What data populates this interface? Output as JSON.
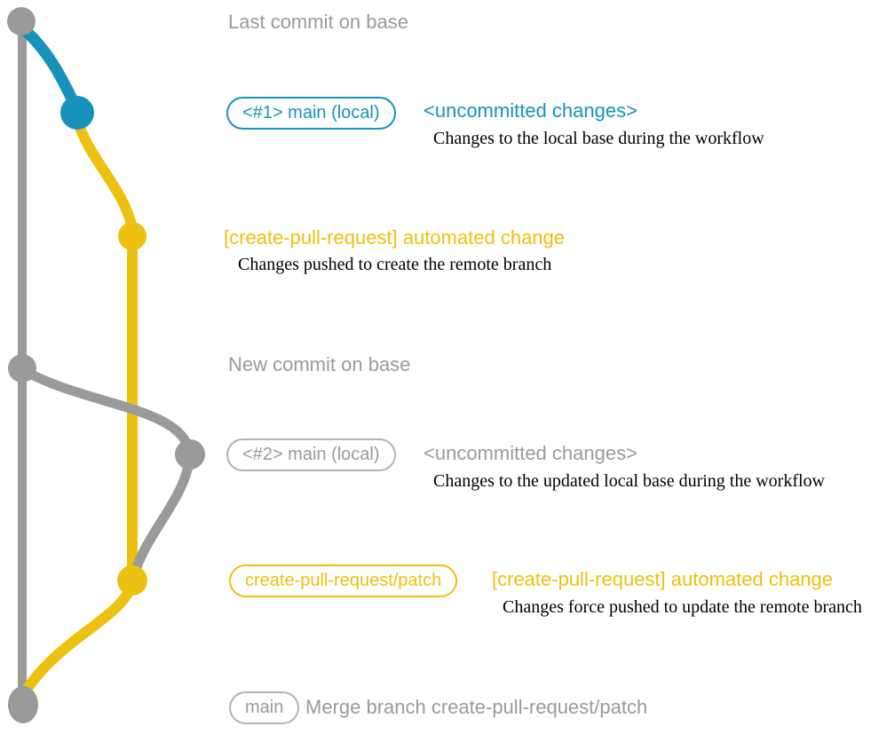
{
  "colors": {
    "background": "#ffffff",
    "gray": "#9a9a9a",
    "blue": "#1793bb",
    "yellow": "#edc10f",
    "badge-border": "#b3b3b3",
    "text-black": "#000000"
  },
  "graph": {
    "branches": [
      {
        "name": "base",
        "color": "#9a9a9a"
      },
      {
        "name": "local uncommitted changes",
        "color": "#1793bb"
      },
      {
        "name": "create-pull-request/patch",
        "color": "#edc10f"
      }
    ],
    "commit_count": 7
  },
  "annotations": {
    "last_commit_note": "Last commit on base",
    "new_commit_note": "New commit on base",
    "row1": {
      "badge": "<#1> main (local)",
      "title": "<uncommitted changes>",
      "desc": "Changes to the local base during the workflow"
    },
    "row2": {
      "title": "[create-pull-request] automated change",
      "desc": "Changes pushed to create the remote branch"
    },
    "row3": {
      "badge": "<#2> main (local)",
      "title": "<uncommitted changes>",
      "desc": "Changes to the updated local base during the workflow"
    },
    "row4": {
      "badge": "create-pull-request/patch",
      "title": "[create-pull-request] automated change",
      "desc": "Changes force pushed to update the remote branch"
    },
    "row5": {
      "badge": "main",
      "title": "Merge branch create-pull-request/patch"
    }
  }
}
